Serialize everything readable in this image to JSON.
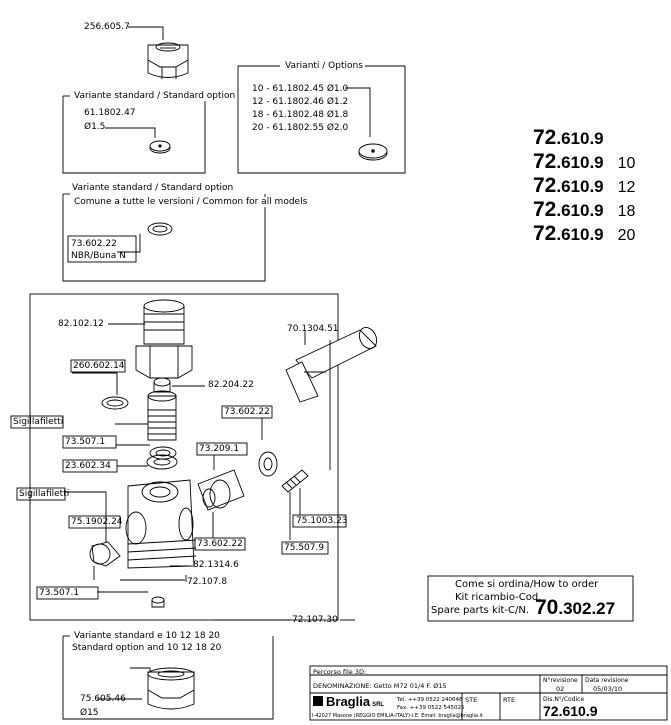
{
  "parts": {
    "nut_top": "256.605.7",
    "variant_box1_title": "Variante standard / Standard option",
    "variant_box1_code": "61.1802.47",
    "variant_box1_dia": "Ø1.5",
    "options_title": "Varianti / Options",
    "options": [
      "10  -  61.1802.45  Ø1.0",
      "12  -  61.1802.46  Ø1.2",
      "18  -  61.1802.48  Ø1.8",
      "20  -  61.1802.55  Ø2.0"
    ],
    "variant_box2_title": "Variante standard / Standard option",
    "common_title": "Comune a tutte le versioni / Common for all models",
    "gasket_code": "73.602.22",
    "gasket_material": "NBR/Buna  N",
    "p_82_102_12": "82.102.12",
    "p_70_1304_51": "70.1304.51",
    "p_260_602_14": "260.602.14",
    "p_82_204_22": "82.204.22",
    "sigillafiletti": "Sigillafiletti",
    "p_73_602_22_a": "73.602.22",
    "p_73_507_1_a": "73.507.1",
    "p_73_209_1": "73.209.1",
    "p_23_602_34": "23.602.34",
    "sigillafiletti_2": "Sigillafiletti",
    "p_75_1902_24": "75.1902.24",
    "p_73_602_22_b": "73.602.22",
    "p_82_1314_6": "82.1314.6",
    "p_72_107_8": "72.107.8",
    "p_75_1003_23": "75.1003.23",
    "p_75_507_9": "75.507.9",
    "p_73_507_1_b": "73.507.1",
    "p_72_107_30": "72.107.30",
    "variant_box3_title1": "Variante standard e 10 12 18 20",
    "variant_box3_title2": "Standard option and 10 12 18 20",
    "p_75_605_46": "75.605.46",
    "p_75_605_46_dia": "Ø15"
  },
  "model_codes": [
    {
      "prefix": "72",
      "suffix": ".610.9",
      "variant": ""
    },
    {
      "prefix": "72",
      "suffix": ".610.9",
      "variant": "10"
    },
    {
      "prefix": "72",
      "suffix": ".610.9",
      "variant": "12"
    },
    {
      "prefix": "72",
      "suffix": ".610.9",
      "variant": "18"
    },
    {
      "prefix": "72",
      "suffix": ".610.9",
      "variant": "20"
    }
  ],
  "order_box": {
    "line1": "Come si ordina/How to order",
    "line2": "Kit ricambio-Cod.",
    "line3": "Spare parts kit-C/N.",
    "code_prefix": "70",
    "code_suffix": ".302.27"
  },
  "title_block": {
    "percorso": "Percorso file 3D:",
    "denominazione": "DENOMINAZIONE: Getto M72 01/4 F. Ø15",
    "revision_label": "N°revisione",
    "revision": "02",
    "date_label": "Data revisione",
    "date": "05/03/10",
    "company": "Braglia",
    "company_suffix": "SRL",
    "tel": "Tel. ++39 0522 240648",
    "fax": "Fax. ++39 0522 545025",
    "address": "I-42027 Masone (REGGIO EMILIA-ITALY)-I.E.  Email: braglia@braglia.it",
    "ste": "STE",
    "rte": "RTE",
    "code_label": "Dis.N°/Codice",
    "code": "72.610.9"
  }
}
